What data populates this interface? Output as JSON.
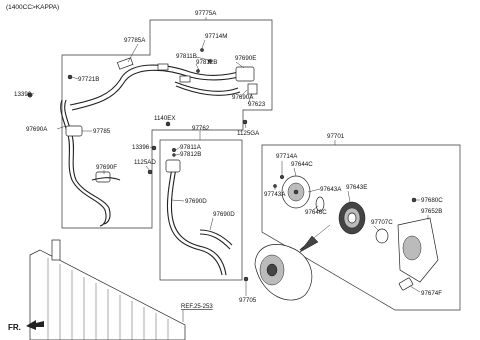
{
  "header": {
    "variant": "(1400CC>KAPPA)"
  },
  "reference": {
    "label": "REF.25-253"
  },
  "orientation": {
    "label": "FR."
  },
  "labels": {
    "p97775A": "97775A",
    "p97785A": "97785A",
    "p97714M": "97714M",
    "p97811B": "97811B",
    "p97812B_top": "97812B",
    "p97690E": "97690E",
    "p97721B": "97721B",
    "p13396_top": "13396",
    "p97690A_right": "97690A",
    "p97623": "97623",
    "p1140EX": "1140EX",
    "p97762": "97762",
    "p1125GA": "1125GA",
    "p97690A_left": "97690A",
    "p97785": "97785",
    "p13396_mid": "13396",
    "p97811A": "97811A",
    "p97812B_mid": "97812B",
    "p1125AD": "1125AD",
    "p97690F": "97690F",
    "p97690D_a": "97690D",
    "p97690D_b": "97690D",
    "p97705": "97705",
    "p97701": "97701",
    "p97714A": "97714A",
    "p97644C": "97644C",
    "p97743A": "97743A",
    "p97643A": "97643A",
    "p97643E": "97643E",
    "p97646C": "97646C",
    "p97707C": "97707C",
    "p97680C": "97680C",
    "p97652B": "97652B",
    "p97674F": "97674F"
  }
}
